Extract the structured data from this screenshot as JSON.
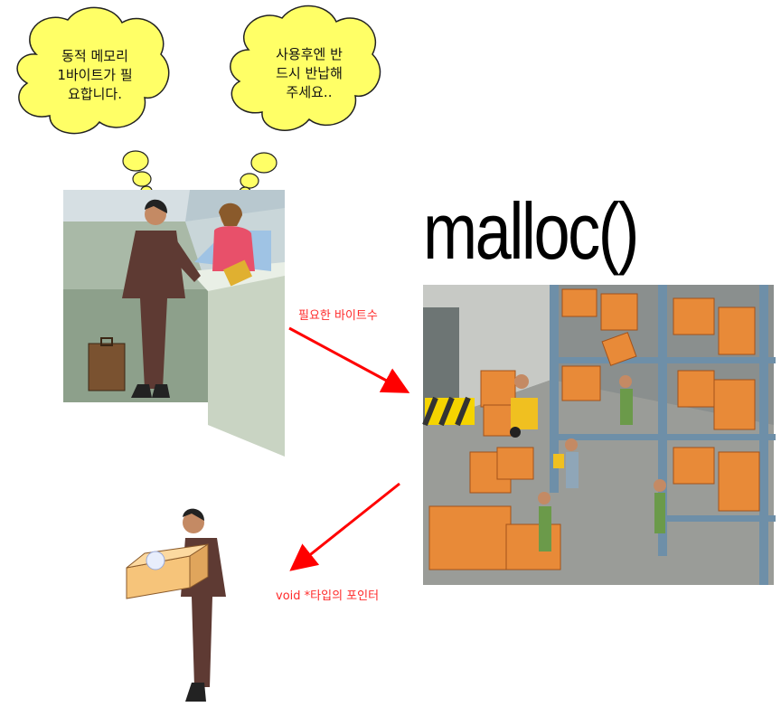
{
  "title": "malloc()",
  "bubbles": {
    "left": [
      "동적 메모리",
      "1바이트가 필",
      "요합니다."
    ],
    "right": [
      "사용후엔 반",
      "드시 반납해",
      "주세요.."
    ]
  },
  "arrows": {
    "request_label": "필요한 바이트수",
    "return_label": "void *타입의 포인터"
  },
  "colors": {
    "bubble_fill": "#ffff66",
    "arrow": "#ff0000",
    "box": "#f6c47a"
  }
}
